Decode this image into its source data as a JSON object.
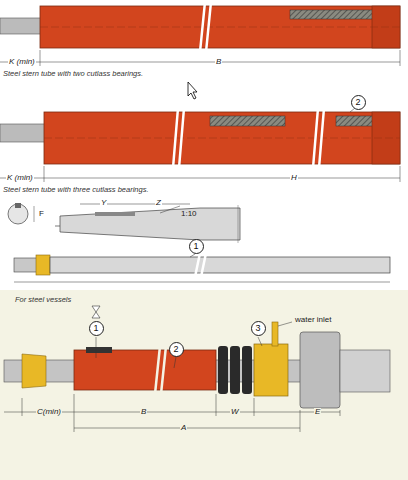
{
  "diagram": {
    "nodes": [
      {
        "text": [
          "2"
        ]
      },
      {
        "text": [
          "1"
        ]
      },
      {
        "text": [
          "1"
        ]
      },
      {
        "text": [
          "2"
        ]
      },
      {
        "text": [
          "3"
        ]
      }
    ],
    "labels": [
      "K (min)",
      "B",
      "Steel stern tube with two cutlass bearings.",
      "K (min)",
      "H",
      "Steel stern tube with three cutlass bearings.",
      "F",
      "Y",
      "Z",
      "1:10",
      "For steel vessels",
      "water inlet",
      "C(min)",
      "B",
      "A",
      "W",
      "E"
    ]
  }
}
